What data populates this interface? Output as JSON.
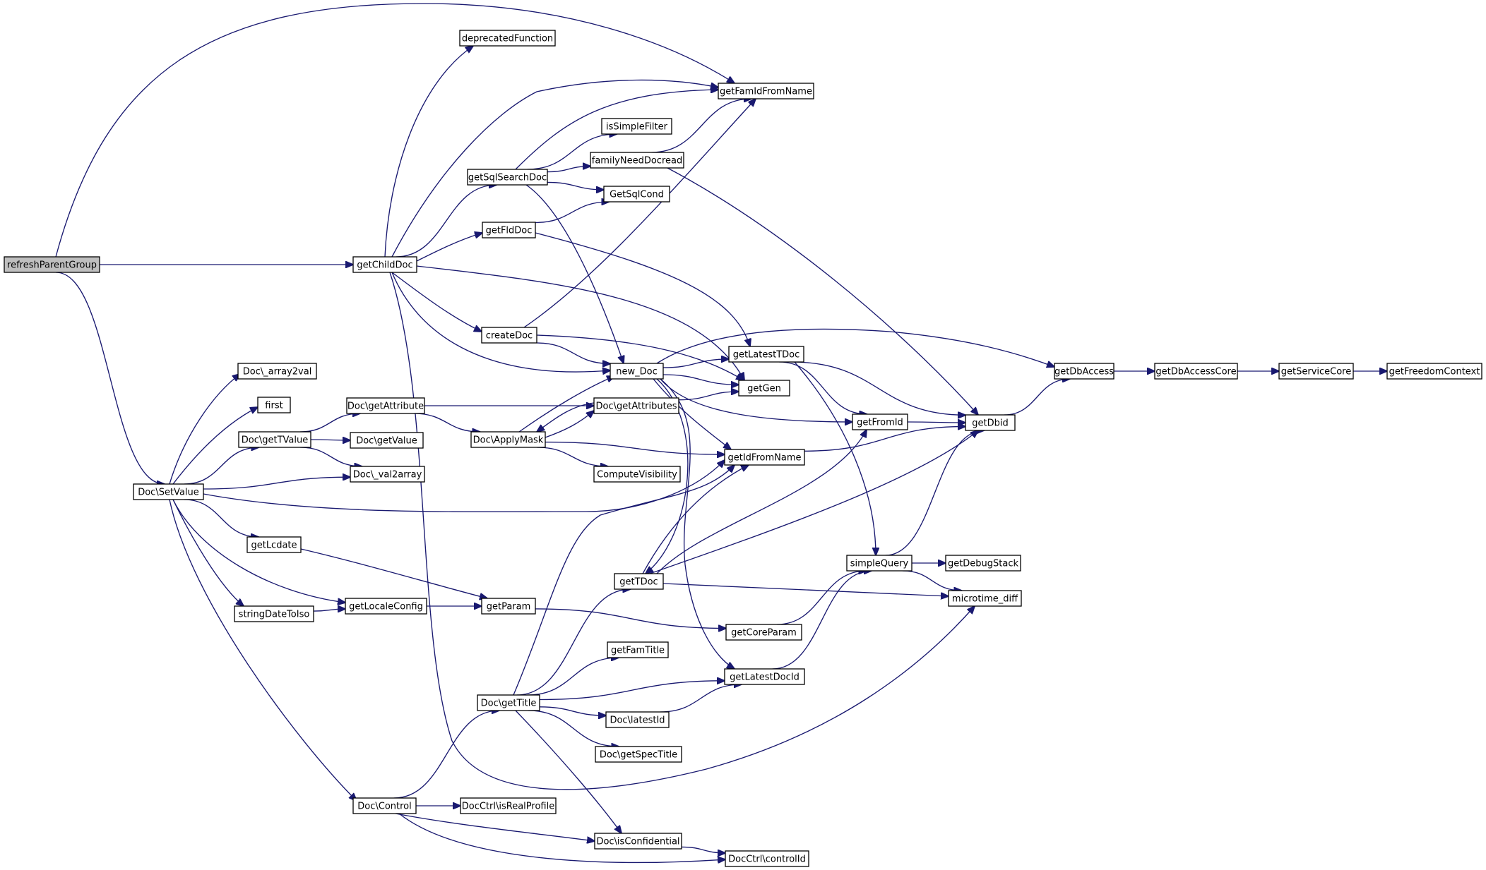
{
  "graph": {
    "root": "refreshParentGroup",
    "nodes": [
      {
        "id": "refreshParentGroup",
        "label": "refreshParentGroup",
        "is_root": true
      },
      {
        "id": "getChildDoc",
        "label": "getChildDoc"
      },
      {
        "id": "DocSetValue",
        "label": "Doc\\SetValue"
      },
      {
        "id": "deprecatedFunction",
        "label": "deprecatedFunction"
      },
      {
        "id": "getFamIdFromName",
        "label": "getFamIdFromName"
      },
      {
        "id": "isSimpleFilter",
        "label": "isSimpleFilter"
      },
      {
        "id": "getSqlSearchDoc",
        "label": "getSqlSearchDoc"
      },
      {
        "id": "familyNeedDocread",
        "label": "familyNeedDocread"
      },
      {
        "id": "GetSqlCond",
        "label": "GetSqlCond"
      },
      {
        "id": "getFldDoc",
        "label": "getFldDoc"
      },
      {
        "id": "createDoc",
        "label": "createDoc"
      },
      {
        "id": "new_Doc",
        "label": "new_Doc"
      },
      {
        "id": "getLatestTDoc",
        "label": "getLatestTDoc"
      },
      {
        "id": "getGen",
        "label": "getGen"
      },
      {
        "id": "getDbAccess",
        "label": "getDbAccess"
      },
      {
        "id": "getDbAccessCore",
        "label": "getDbAccessCore"
      },
      {
        "id": "getServiceCore",
        "label": "getServiceCore"
      },
      {
        "id": "getFreedomContext",
        "label": "getFreedomContext"
      },
      {
        "id": "getFromId",
        "label": "getFromId"
      },
      {
        "id": "getDbid",
        "label": "getDbid"
      },
      {
        "id": "Doc_array2val",
        "label": "Doc\\_array2val"
      },
      {
        "id": "first",
        "label": "first"
      },
      {
        "id": "DocgetAttribute",
        "label": "Doc\\getAttribute"
      },
      {
        "id": "DocgetAttributes",
        "label": "Doc\\getAttributes"
      },
      {
        "id": "DocgetTValue",
        "label": "Doc\\getTValue"
      },
      {
        "id": "DocgetValue",
        "label": "Doc\\getValue"
      },
      {
        "id": "DocApplyMask",
        "label": "Doc\\ApplyMask"
      },
      {
        "id": "getIdFromName",
        "label": "getIdFromName"
      },
      {
        "id": "Doc_val2array",
        "label": "Doc\\_val2array"
      },
      {
        "id": "ComputeVisibility",
        "label": "ComputeVisibility"
      },
      {
        "id": "getLcdate",
        "label": "getLcdate"
      },
      {
        "id": "simpleQuery",
        "label": "simpleQuery"
      },
      {
        "id": "getDebugStack",
        "label": "getDebugStack"
      },
      {
        "id": "getTDoc",
        "label": "getTDoc"
      },
      {
        "id": "microtime_diff",
        "label": "microtime_diff"
      },
      {
        "id": "stringDateToIso",
        "label": "stringDateToIso"
      },
      {
        "id": "getLocaleConfig",
        "label": "getLocaleConfig"
      },
      {
        "id": "getParam",
        "label": "getParam"
      },
      {
        "id": "getCoreParam",
        "label": "getCoreParam"
      },
      {
        "id": "getFamTitle",
        "label": "getFamTitle"
      },
      {
        "id": "getLatestDocId",
        "label": "getLatestDocId"
      },
      {
        "id": "DocgetTitle",
        "label": "Doc\\getTitle"
      },
      {
        "id": "DoclatestId",
        "label": "Doc\\latestId"
      },
      {
        "id": "DocgetSpecTitle",
        "label": "Doc\\getSpecTitle"
      },
      {
        "id": "DocControl",
        "label": "Doc\\Control"
      },
      {
        "id": "DocCtrlisRealProfile",
        "label": "DocCtrl\\isRealProfile"
      },
      {
        "id": "DocisConfidential",
        "label": "Doc\\isConfidential"
      },
      {
        "id": "DocCtrlcontrolId",
        "label": "DocCtrl\\controlId"
      }
    ],
    "edges": [
      [
        "refreshParentGroup",
        "getFamIdFromName"
      ],
      [
        "refreshParentGroup",
        "getChildDoc"
      ],
      [
        "refreshParentGroup",
        "DocSetValue"
      ],
      [
        "getChildDoc",
        "deprecatedFunction"
      ],
      [
        "getChildDoc",
        "getFamIdFromName"
      ],
      [
        "getChildDoc",
        "getSqlSearchDoc"
      ],
      [
        "getChildDoc",
        "getFldDoc"
      ],
      [
        "getChildDoc",
        "createDoc"
      ],
      [
        "getChildDoc",
        "new_Doc"
      ],
      [
        "getChildDoc",
        "getGen"
      ],
      [
        "getChildDoc",
        "microtime_diff"
      ],
      [
        "getSqlSearchDoc",
        "getFamIdFromName"
      ],
      [
        "getSqlSearchDoc",
        "isSimpleFilter"
      ],
      [
        "getSqlSearchDoc",
        "familyNeedDocread"
      ],
      [
        "getSqlSearchDoc",
        "GetSqlCond"
      ],
      [
        "getSqlSearchDoc",
        "new_Doc"
      ],
      [
        "familyNeedDocread",
        "getFamIdFromName"
      ],
      [
        "familyNeedDocread",
        "getDbid"
      ],
      [
        "getFldDoc",
        "GetSqlCond"
      ],
      [
        "getFldDoc",
        "getLatestTDoc"
      ],
      [
        "createDoc",
        "getFamIdFromName"
      ],
      [
        "createDoc",
        "new_Doc"
      ],
      [
        "createDoc",
        "getGen"
      ],
      [
        "new_Doc",
        "getDbAccess"
      ],
      [
        "new_Doc",
        "getLatestTDoc"
      ],
      [
        "new_Doc",
        "getGen"
      ],
      [
        "new_Doc",
        "getFromId"
      ],
      [
        "new_Doc",
        "getIdFromName"
      ],
      [
        "new_Doc",
        "getLatestDocId"
      ],
      [
        "new_Doc",
        "getTDoc"
      ],
      [
        "getLatestTDoc",
        "getFromId"
      ],
      [
        "getLatestTDoc",
        "getDbid"
      ],
      [
        "getLatestTDoc",
        "simpleQuery"
      ],
      [
        "getDbAccess",
        "getDbAccessCore"
      ],
      [
        "getDbAccessCore",
        "getServiceCore"
      ],
      [
        "getServiceCore",
        "getFreedomContext"
      ],
      [
        "getFromId",
        "getDbid"
      ],
      [
        "getDbid",
        "getDbAccess"
      ],
      [
        "DocSetValue",
        "Doc_array2val"
      ],
      [
        "DocSetValue",
        "first"
      ],
      [
        "DocSetValue",
        "DocgetTValue"
      ],
      [
        "DocSetValue",
        "Doc_val2array"
      ],
      [
        "DocSetValue",
        "getIdFromName"
      ],
      [
        "DocSetValue",
        "getLcdate"
      ],
      [
        "DocSetValue",
        "stringDateToIso"
      ],
      [
        "DocSetValue",
        "getLocaleConfig"
      ],
      [
        "DocSetValue",
        "DocControl"
      ],
      [
        "DocgetTValue",
        "DocgetAttribute"
      ],
      [
        "DocgetTValue",
        "DocgetValue"
      ],
      [
        "DocgetTValue",
        "Doc_val2array"
      ],
      [
        "DocgetAttribute",
        "DocgetAttributes"
      ],
      [
        "DocgetAttribute",
        "DocApplyMask"
      ],
      [
        "DocgetAttributes",
        "getGen"
      ],
      [
        "DocgetAttributes",
        "DocApplyMask"
      ],
      [
        "DocApplyMask",
        "new_Doc"
      ],
      [
        "DocApplyMask",
        "DocgetAttributes"
      ],
      [
        "DocApplyMask",
        "getIdFromName"
      ],
      [
        "DocApplyMask",
        "ComputeVisibility"
      ],
      [
        "getIdFromName",
        "getDbid"
      ],
      [
        "getLcdate",
        "getParam"
      ],
      [
        "stringDateToIso",
        "getLocaleConfig"
      ],
      [
        "getLocaleConfig",
        "getParam"
      ],
      [
        "getParam",
        "getCoreParam"
      ],
      [
        "getCoreParam",
        "simpleQuery"
      ],
      [
        "simpleQuery",
        "getDbid"
      ],
      [
        "simpleQuery",
        "getDebugStack"
      ],
      [
        "simpleQuery",
        "microtime_diff"
      ],
      [
        "getTDoc",
        "getFromId"
      ],
      [
        "getTDoc",
        "getIdFromName"
      ],
      [
        "getTDoc",
        "getDbid"
      ],
      [
        "getTDoc",
        "microtime_diff"
      ],
      [
        "getLatestDocId",
        "simpleQuery"
      ],
      [
        "DocControl",
        "DocgetTitle"
      ],
      [
        "DocControl",
        "DocCtrlisRealProfile"
      ],
      [
        "DocControl",
        "DocisConfidential"
      ],
      [
        "DocControl",
        "DocCtrlcontrolId"
      ],
      [
        "DocgetTitle",
        "getIdFromName"
      ],
      [
        "DocgetTitle",
        "getTDoc"
      ],
      [
        "DocgetTitle",
        "getFamTitle"
      ],
      [
        "DocgetTitle",
        "getLatestDocId"
      ],
      [
        "DocgetTitle",
        "DoclatestId"
      ],
      [
        "DocgetTitle",
        "DocgetSpecTitle"
      ],
      [
        "DocgetTitle",
        "DocisConfidential"
      ],
      [
        "DoclatestId",
        "getLatestDocId"
      ],
      [
        "DocisConfidential",
        "DocCtrlcontrolId"
      ]
    ]
  }
}
